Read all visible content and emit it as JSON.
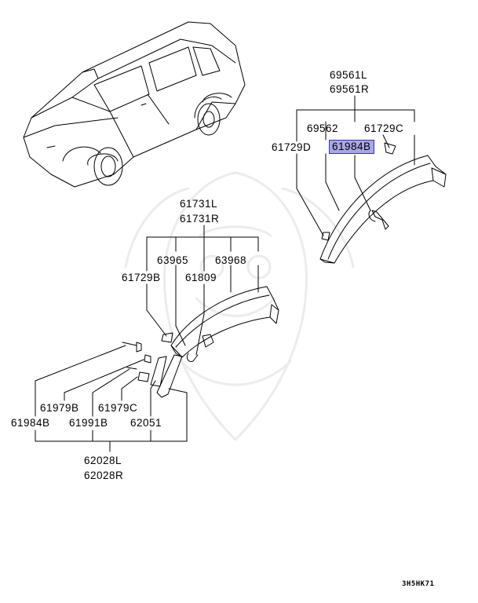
{
  "labels": {
    "l69561L": "69561L",
    "l69561R": "69561R",
    "l69562": "69562",
    "l61729C_top": "61729C",
    "l61729D": "61729D",
    "l61984B_top": "61984B",
    "l61731L": "61731L",
    "l61731R": "61731R",
    "l63965": "63965",
    "l63968": "63968",
    "l61729B": "61729B",
    "l61809": "61809",
    "l61979B": "61979B",
    "l61979C": "61979C",
    "l61984B_bottom": "61984B",
    "l61991B": "61991B",
    "l62051": "62051",
    "l62028L": "62028L",
    "l62028R": "62028R"
  },
  "diagram_code": "3H5HK71",
  "colors": {
    "highlight_fill": "#a9a6e8",
    "highlight_border": "#3a36a0",
    "line": "#000000",
    "watermark": "#ececec"
  }
}
